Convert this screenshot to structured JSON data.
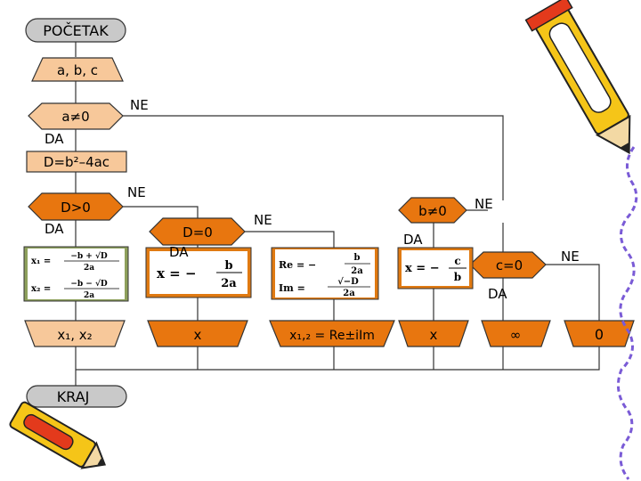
{
  "flowchart": {
    "start": "POČETAK",
    "input": "a, b, c",
    "cond_a": "a≠0",
    "compute_d": "D=b²–4ac",
    "cond_d_pos": "D>0",
    "cond_d_zero": "D=0",
    "cond_b": "b≠0",
    "cond_c": "c=0",
    "branch_yes": "DA",
    "branch_no": "NE",
    "end": "KRAJ",
    "formulas": {
      "real_roots": {
        "x1_lhs": "x₁ =",
        "x1_num": "−b + √D",
        "x1_den": "2a",
        "x2_lhs": "x₂ =",
        "x2_num": "−b − √D",
        "x2_den": "2a"
      },
      "double_root": {
        "lhs": "x = −",
        "num": "b",
        "den": "2a"
      },
      "complex_roots": {
        "re_lhs": "Re = −",
        "re_num": "b",
        "re_den": "2a",
        "im_lhs": "Im =",
        "im_num": "√−D",
        "im_den": "2a"
      },
      "linear_root": {
        "lhs": "x = −",
        "num": "c",
        "den": "b"
      }
    },
    "outputs": {
      "real_roots": "x₁, x₂",
      "double_root": "x",
      "complex_roots": "x₁,₂ = Re±iIm",
      "linear_root": "x",
      "infinite": "∞",
      "none": "0"
    }
  },
  "colors": {
    "start_fill": "#c9c9c9",
    "io_fill": "#f7c89a",
    "orange_fill": "#e8760f",
    "formula_green": "#8ea05c",
    "formula_orange": "#e07a12",
    "formula_box": "#ffffff",
    "line": "#333333",
    "pencil_yellow": "#f5c518",
    "pencil_red": "#e33a1c"
  }
}
